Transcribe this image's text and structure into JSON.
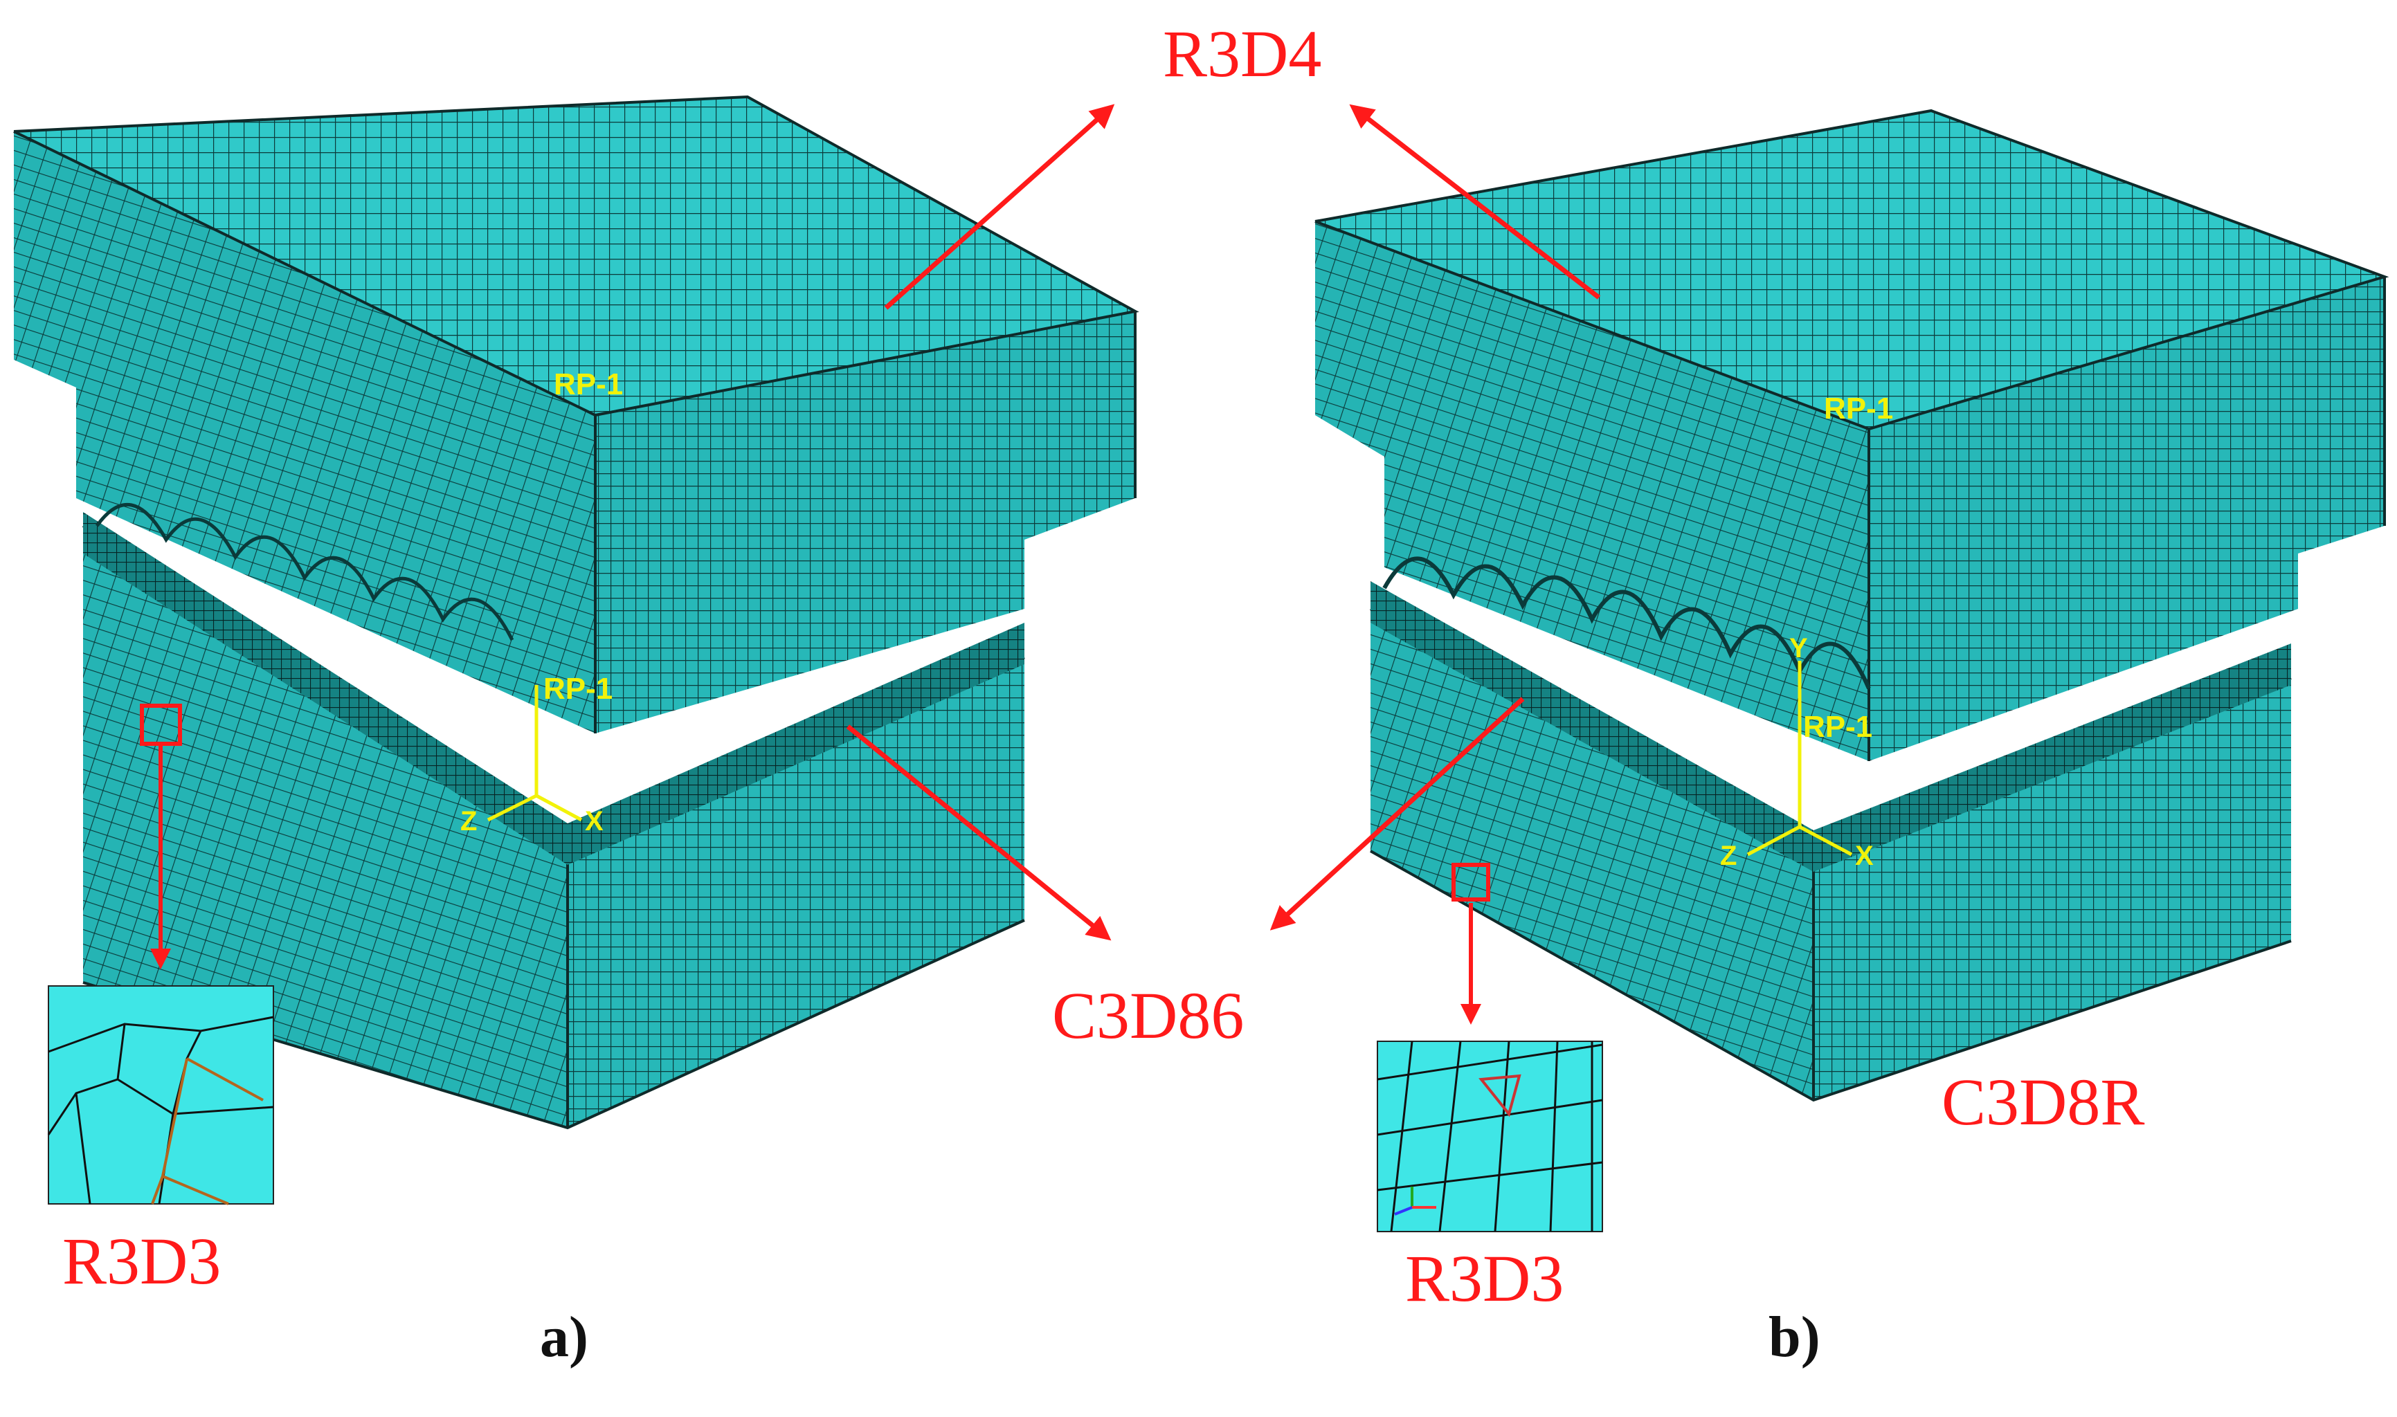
{
  "labels": {
    "top_element": "R3D4",
    "middle_element": "C3D86",
    "right_element": "C3D8R",
    "inset_left": "R3D3",
    "inset_right": "R3D3"
  },
  "panels": {
    "a": {
      "caption": "a)",
      "top_ref": "RP-1",
      "bottom_ref": "RP-1",
      "axes": {
        "x": "X",
        "z": "Z"
      }
    },
    "b": {
      "caption": "b)",
      "top_ref": "RP-1",
      "bottom_ref": "RP-1",
      "axes": {
        "x": "X",
        "y": "Y",
        "z": "Z"
      }
    }
  },
  "colors": {
    "mesh_fill": "#2cc4c4",
    "mesh_line": "#0b3a3a",
    "label_red": "#ff1a1a",
    "ref_yellow": "#f2f20a",
    "inset_fill": "#3fe6e6",
    "inset_edge_highlight": "#b5651d"
  }
}
